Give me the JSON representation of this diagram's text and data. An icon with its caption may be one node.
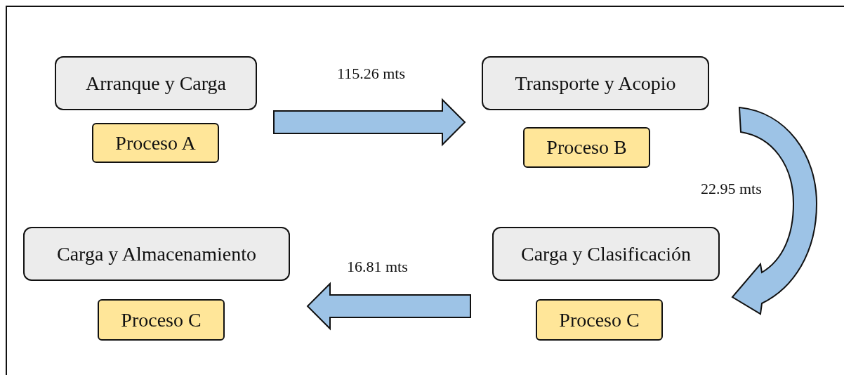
{
  "diagram": {
    "nodes": [
      {
        "text": [
          "Arranque y Carga"
        ]
      },
      {
        "text": [
          "Proceso A"
        ]
      },
      {
        "text": [
          "Transporte y Acopio"
        ]
      },
      {
        "text": [
          "Proceso B"
        ]
      },
      {
        "text": [
          "Carga y Almacenamiento"
        ]
      },
      {
        "text": [
          "Proceso C"
        ]
      },
      {
        "text": [
          "Carga y Clasificación"
        ]
      },
      {
        "text": [
          "Proceso C"
        ]
      }
    ],
    "edges": [
      {
        "from": 0,
        "to": 2,
        "arrow": "to",
        "label": "115.26 mts"
      },
      {
        "from": 2,
        "to": 6,
        "arrow": "to",
        "label": "22.95 mts"
      },
      {
        "from": 6,
        "to": 4,
        "arrow": "to",
        "label": "16.81 mts"
      }
    ]
  }
}
